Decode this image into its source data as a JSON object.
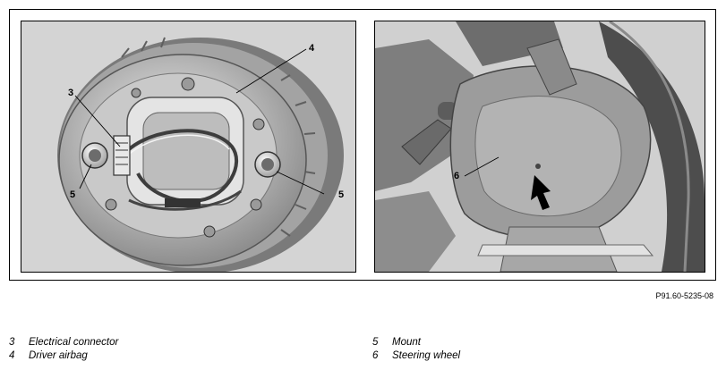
{
  "figure": {
    "left_callouts": [
      "3",
      "4",
      "5",
      "5"
    ],
    "right_callouts": [
      "6"
    ],
    "reference_code": "P91.60-5235-08"
  },
  "legend": [
    {
      "num": "3",
      "label": "Electrical connector"
    },
    {
      "num": "4",
      "label": "Driver airbag"
    },
    {
      "num": "5",
      "label": "Mount"
    },
    {
      "num": "6",
      "label": "Steering wheel"
    }
  ]
}
